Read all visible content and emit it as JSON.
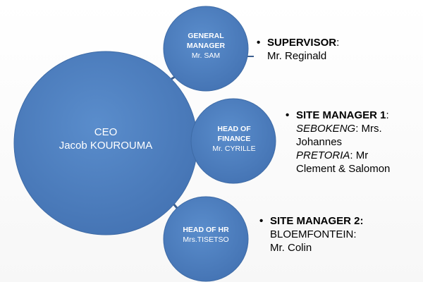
{
  "nodes": {
    "ceo": {
      "title": "CEO",
      "name": "Jacob KOUROUMA"
    },
    "gm": {
      "title_line1": "GENERAL",
      "title_line2": "MANAGER",
      "name": "Mr. SAM"
    },
    "finance": {
      "title_line1": "HEAD OF",
      "title_line2": "FINANCE",
      "name": "Mr. CYRILLE"
    },
    "hr": {
      "title": "HEAD OF HR",
      "name": "Mrs.TISETSO"
    }
  },
  "notes": {
    "supervisor": {
      "bullet": "•",
      "heading": "SUPERVISOR",
      "suffix": ":",
      "line2": "Mr. Reginald"
    },
    "site_manager_1": {
      "bullet": "•",
      "heading": "SITE MANAGER 1",
      "suffix": ":",
      "loc1": "SEBOKENG",
      "loc1_rest": ": Mrs.",
      "loc1_line2": "Johannes",
      "loc2": "PRETORIA",
      "loc2_rest": ": Mr",
      "loc2_line2": "Clement & Salomon"
    },
    "site_manager_2": {
      "bullet": "•",
      "heading": "SITE MANAGER 2:",
      "line2": "BLOEMFONTEIN:",
      "line3": "Mr. Colin"
    }
  },
  "colors": {
    "node_fill": "#4A7CBE",
    "node_stroke": "#3E6BA6",
    "connector": "#3C5F8F"
  }
}
